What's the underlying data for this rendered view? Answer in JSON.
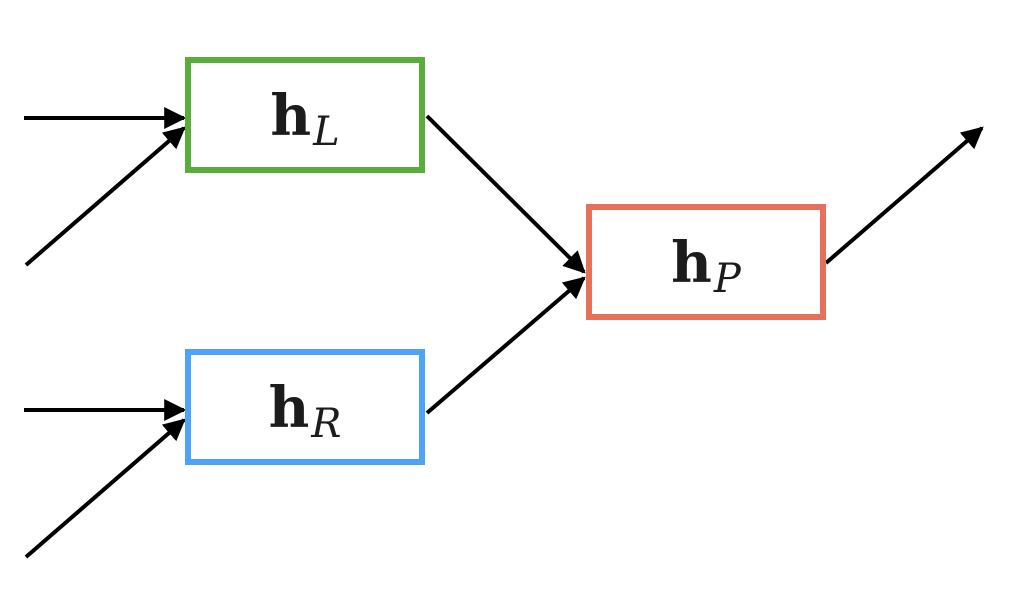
{
  "colors": {
    "node_left": "#5aac3c",
    "node_right": "#4da3f5",
    "node_parent": "#e8705a",
    "edge": "#000000"
  },
  "nodes": {
    "left": {
      "base": "h",
      "sub": "L"
    },
    "right": {
      "base": "h",
      "sub": "R"
    },
    "parent": {
      "base": "h",
      "sub": "P"
    }
  }
}
